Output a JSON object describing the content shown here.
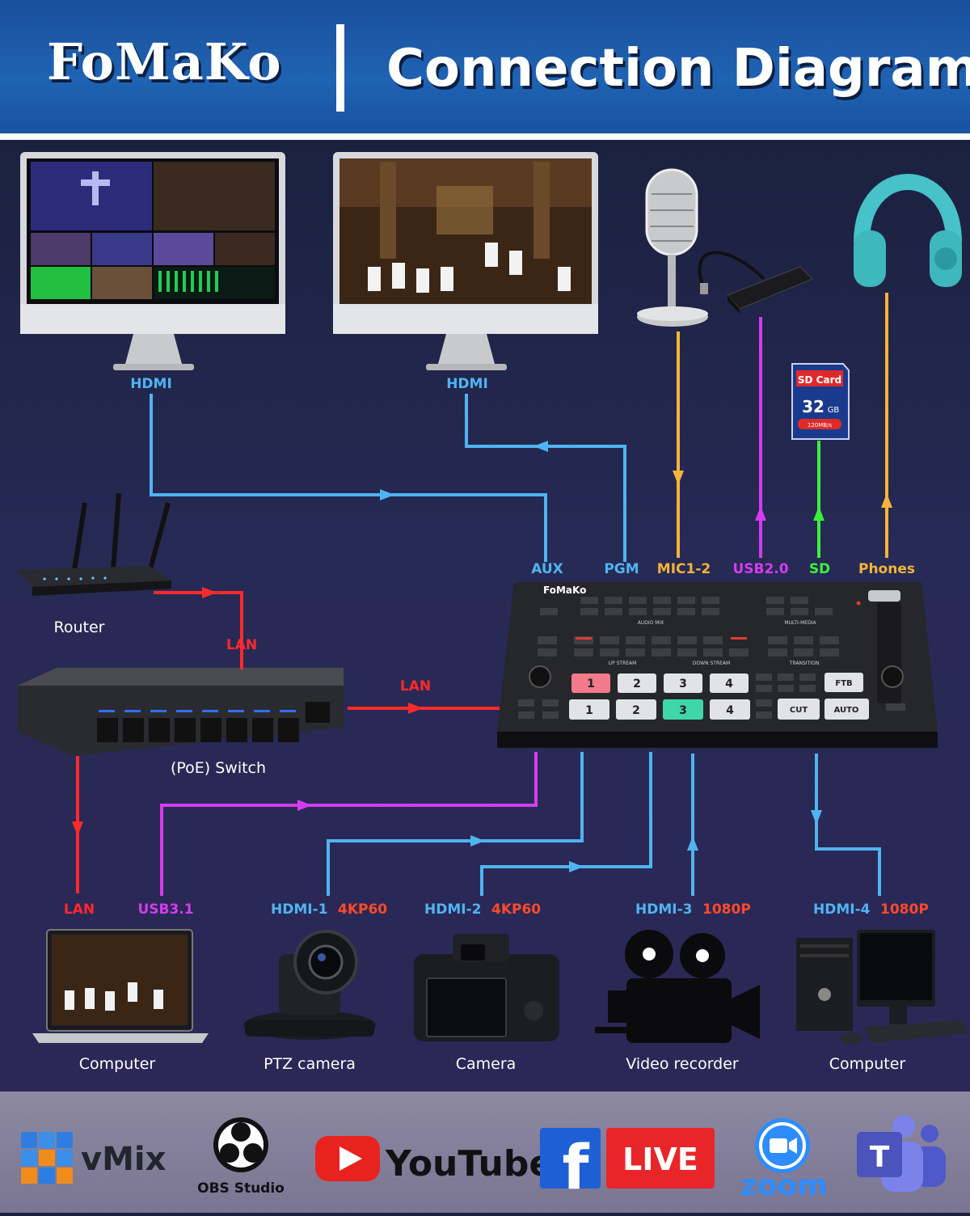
{
  "header": {
    "brand": "FoMaKo",
    "title": "Connection Diagram"
  },
  "top_labels": {
    "hdmi_left": "HDMI",
    "hdmi_right": "HDMI",
    "sd_card_title": "SD Card",
    "sd_card_capacity": "32",
    "sd_card_unit": "GB",
    "sd_card_speed": "120MB/s"
  },
  "switcher_ports": {
    "aux": "AUX",
    "pgm": "PGM",
    "mic": "MIC1-2",
    "usb2": "USB2.0",
    "sd": "SD",
    "phones": "Phones"
  },
  "network": {
    "router": "Router",
    "switch": "(PoE) Switch",
    "lan1": "LAN",
    "lan2": "LAN"
  },
  "switcher": {
    "brand": "FoMaKo",
    "section_audio": "AUDIO MIX",
    "section_media": "MULTI-MEDIA",
    "section_up": "UP STREAM",
    "section_down": "DOWN STREAM",
    "section_trans": "TRANSITION",
    "pvw_row": [
      "1",
      "2",
      "3",
      "4"
    ],
    "pgm_row": [
      "1",
      "2",
      "3",
      "4"
    ],
    "ftb": "FTB",
    "cut": "CUT",
    "auto": "AUTO"
  },
  "bottom_ports": [
    {
      "name": "LAN",
      "spec": ""
    },
    {
      "name": "USB3.1",
      "spec": ""
    },
    {
      "name": "HDMI-1",
      "spec": "4KP60"
    },
    {
      "name": "HDMI-2",
      "spec": "4KP60"
    },
    {
      "name": "HDMI-3",
      "spec": "1080P"
    },
    {
      "name": "HDMI-4",
      "spec": "1080P"
    }
  ],
  "devices": [
    "Computer",
    "PTZ camera",
    "Camera",
    "Video recorder",
    "Computer"
  ],
  "platforms": {
    "vmix": "vMix",
    "obs": "OBS Studio",
    "youtube": "YouTube",
    "live": "LIVE",
    "zoom": "zoom"
  },
  "colors": {
    "hdmi": "#4fb4f0",
    "lan": "#ff2a2a",
    "usb": "#d43cf0",
    "audio": "#f3b43a",
    "sd": "#3cf03c",
    "spec": "#ff4a2a"
  }
}
